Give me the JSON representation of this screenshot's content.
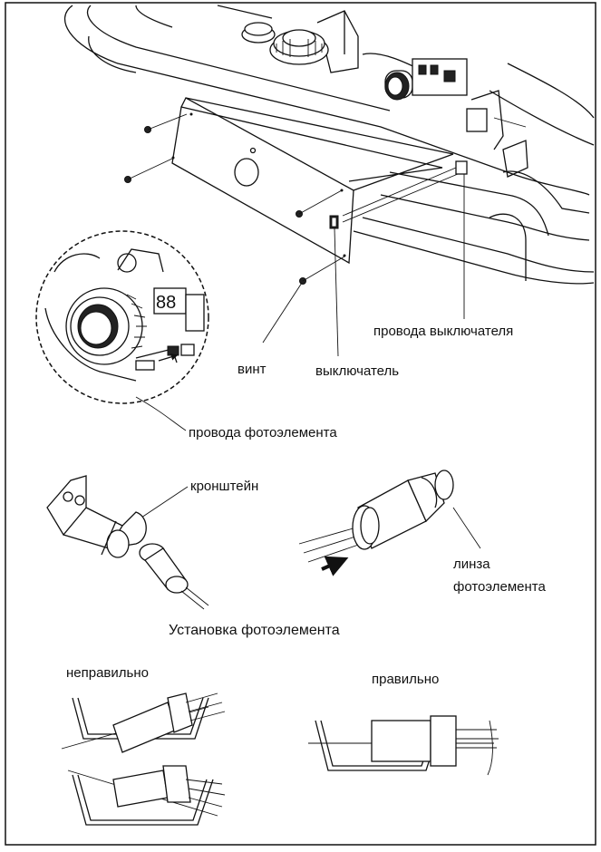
{
  "labels": {
    "switch_wires": "провода выключателя",
    "screw": "винт",
    "switch": "выключатель",
    "photocell_wires": "провода фотоэлемента",
    "bracket": "кронштейн",
    "lens_line1": "линза",
    "lens_line2": "фотоэлемента"
  },
  "section_title": "Установка фотоэлемента",
  "incorrect_label": "неправильно",
  "correct_label": "правильно"
}
